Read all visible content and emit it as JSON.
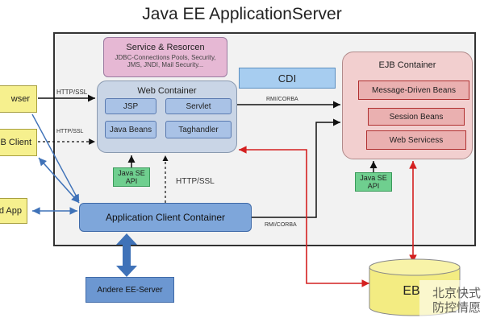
{
  "title": "Java EE ApplicationServer",
  "service": {
    "title": "Service & Resorcen",
    "detail_line1": "JDBC-Connections Pools, Security,",
    "detail_line2": "JMS, JNDI, Mail Security..."
  },
  "web_container": {
    "title": "Web Container",
    "jsp": "JSP",
    "servlet": "Servlet",
    "java_beans": "Java Beans",
    "taghandler": "Taghandler"
  },
  "cdi": "CDI",
  "ejb_container": {
    "title": "EJB Container",
    "message_driven": "Message-Driven Beans",
    "session_beans": "Session Beans",
    "web_services": "Web Servicess"
  },
  "java_se_api_web": {
    "line1": "Java SE",
    "line2": "API"
  },
  "java_se_api_ejb": {
    "line1": "Java SE",
    "line2": "API"
  },
  "app_client_container": "Application Client Container",
  "clients": {
    "browser": "wser",
    "ejb_client": "EJB Client",
    "app": "d App"
  },
  "andere_server": "Andere EE-Server",
  "database": "EB",
  "labels": {
    "http_ssl_top": "HTTP/SSL",
    "http_ssl_mid": "HTTP/SSL",
    "rmi_corba_top": "RMI/CORBA",
    "http_ssl_center": "HTTP/SSL",
    "rmi_corba_bottom": "RMI/CORBA"
  },
  "watermark": {
    "line1": "北京快式",
    "line2": "防控情愿"
  },
  "colors": {
    "service_fill": "#e6b8d4",
    "web_container_fill": "#c9d5e6",
    "inner_blue_fill": "#a9c2e6",
    "cdi_fill": "#a7cdf0",
    "ejb_container_fill": "#f2cfcf",
    "ejb_item_fill": "#eab0b0",
    "ejb_item_border": "#b03030",
    "java_se_fill": "#6fcf8f",
    "app_client_fill": "#7ea6da",
    "andere_fill": "#6c97d1",
    "client_fill": "#f6f08e",
    "db_fill": "#f3ec82",
    "red_arrow": "#d42020",
    "blue_arrow": "#3f72b8",
    "dark_arrow": "#111111"
  }
}
